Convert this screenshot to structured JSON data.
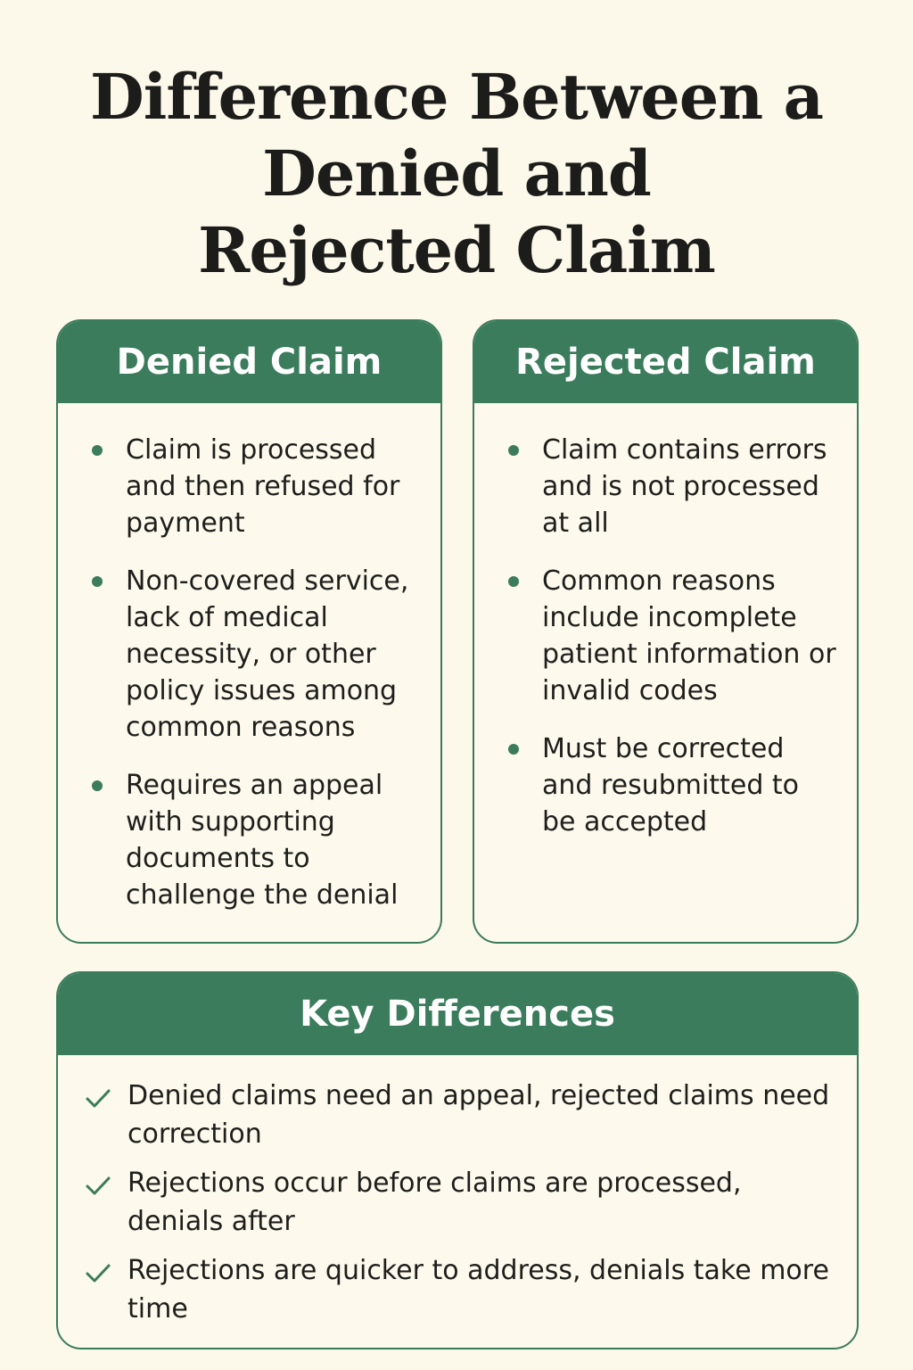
{
  "title": {
    "line1": "Difference Between a",
    "line2": "Denied and",
    "line3": "Rejected Claim"
  },
  "denied": {
    "heading": "Denied Claim",
    "items": [
      "Claim is processed and then refused for payment",
      "Non-covered service, lack of medical necessity, or other policy issues among common reasons",
      "Requires an appeal with supporting documents to challenge the denial"
    ]
  },
  "rejected": {
    "heading": "Rejected Claim",
    "items": [
      "Claim contains errors and is not processed at all",
      "Common reasons include incomplete patient information or invalid codes",
      "Must be corrected and resubmitted to be accepted"
    ]
  },
  "key": {
    "heading": "Key Differences",
    "items": [
      "Denied claims need an appeal, rejected claims need correction",
      "Rejections occur before claims are processed, denials after",
      "Rejections are quicker to address, denials take more time"
    ]
  },
  "colors": {
    "accent": "#3a7c5c",
    "background": "#fcf8ea",
    "text": "#1e1f1c"
  },
  "icons": {
    "bullet": "dot-bullet-icon",
    "check": "check-icon"
  }
}
